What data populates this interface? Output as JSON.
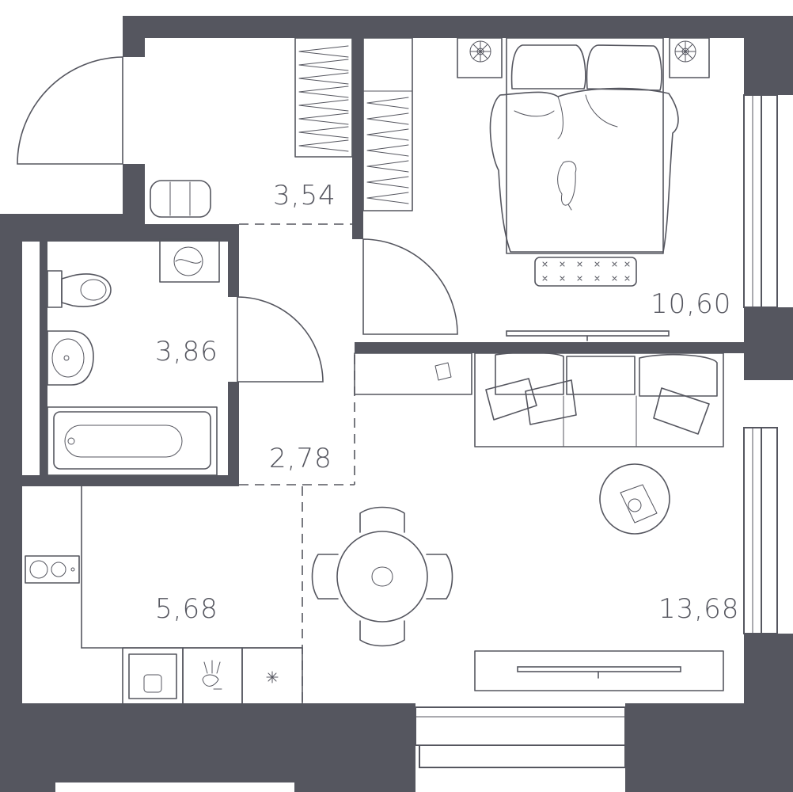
{
  "rooms": [
    {
      "id": "hall",
      "name": "hallway",
      "area": "3,54"
    },
    {
      "id": "bed",
      "name": "bedroom",
      "area": "10,60"
    },
    {
      "id": "bath",
      "name": "bathroom",
      "area": "3,86"
    },
    {
      "id": "corridor",
      "name": "corridor",
      "area": "2,78"
    },
    {
      "id": "kitchen",
      "name": "kitchen",
      "area": "5,68"
    },
    {
      "id": "living",
      "name": "living room",
      "area": "13,68"
    }
  ],
  "colors": {
    "wall": "#55565f",
    "background": "#ffffff"
  }
}
